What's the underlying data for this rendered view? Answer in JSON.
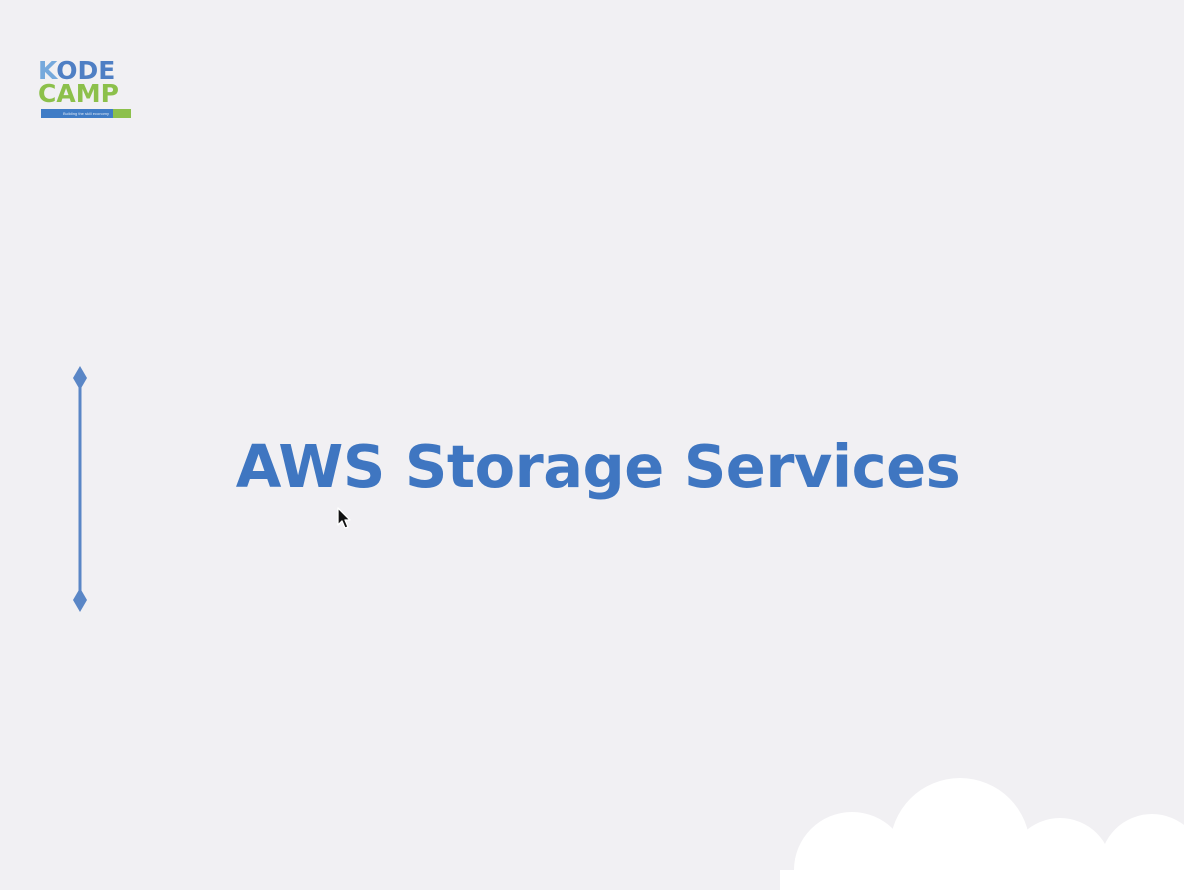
{
  "logo": {
    "line1_initial": "K",
    "line1_rest": "ODE",
    "line2": "CAMP",
    "tagline": "Building the skill economy",
    "colors": {
      "blue": "#4f7fc4",
      "light_blue": "#76a9dc",
      "green": "#8cc04b",
      "bar": "#3f7cc6"
    }
  },
  "slide": {
    "title": "AWS Storage Services",
    "title_color": "#3f76c1",
    "background": "#f1f0f3"
  },
  "decorations": {
    "divider_color": "#5a86c6",
    "cloud_color": "#ffffff",
    "icons": [
      "divider-diamond",
      "mouse-pointer-icon",
      "cloud"
    ]
  }
}
